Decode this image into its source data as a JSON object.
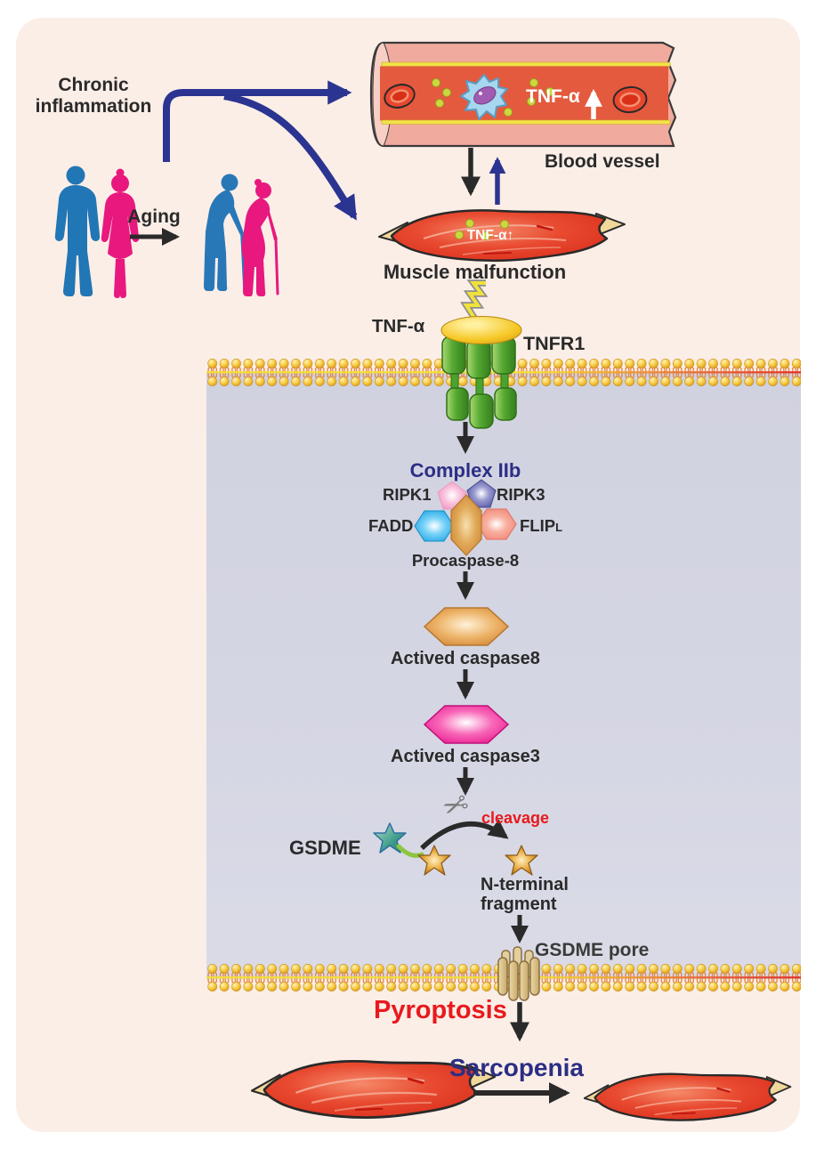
{
  "labels": {
    "chronic_inflammation": "Chronic\ninflammation",
    "aging": "Aging",
    "tnf_alpha_vessel": "TNF-α",
    "blood_vessel": "Blood vessel",
    "tnf_alpha_muscle": "TNF-α↑",
    "muscle_malfunction": "Muscle malfunction",
    "tnf_alpha_ligand": "TNF-α",
    "tnfr1": "TNFR1",
    "complex_iib": "Complex IIb",
    "ripk1": "RIPK1",
    "ripk3": "RIPK3",
    "fadd": "FADD",
    "flip": "FLIP",
    "flip_sub": "L",
    "procaspase8": "Procaspase-8",
    "activated_caspase8": "Actived caspase8",
    "activated_caspase3": "Actived caspase3",
    "cleavage": "cleavage",
    "gsdme": "GSDME",
    "n_terminal_fragment": "N-terminal\nfragment",
    "gsdme_pore": "GSDME pore",
    "pyroptosis": "Pyroptosis",
    "sarcopenia": "Sarcopenia"
  },
  "icons": {
    "scissors": "✂"
  },
  "colors": {
    "panel_background": "#fbeee7",
    "cytoplasm": "#d5d6e3",
    "navy_text": "#2b2e85",
    "red_text": "#e8191c",
    "black_text": "#2a2a2a",
    "blue_arrow": "#2b3490",
    "membrane_gold": "#f3c33d",
    "male_blue": "#2176b5",
    "female_pink": "#e8187e",
    "muscle_red": "#e23c28",
    "receptor_green": "#55a832",
    "caspase8_orange": "#d98c3c",
    "caspase3_magenta": "#e8128c"
  }
}
